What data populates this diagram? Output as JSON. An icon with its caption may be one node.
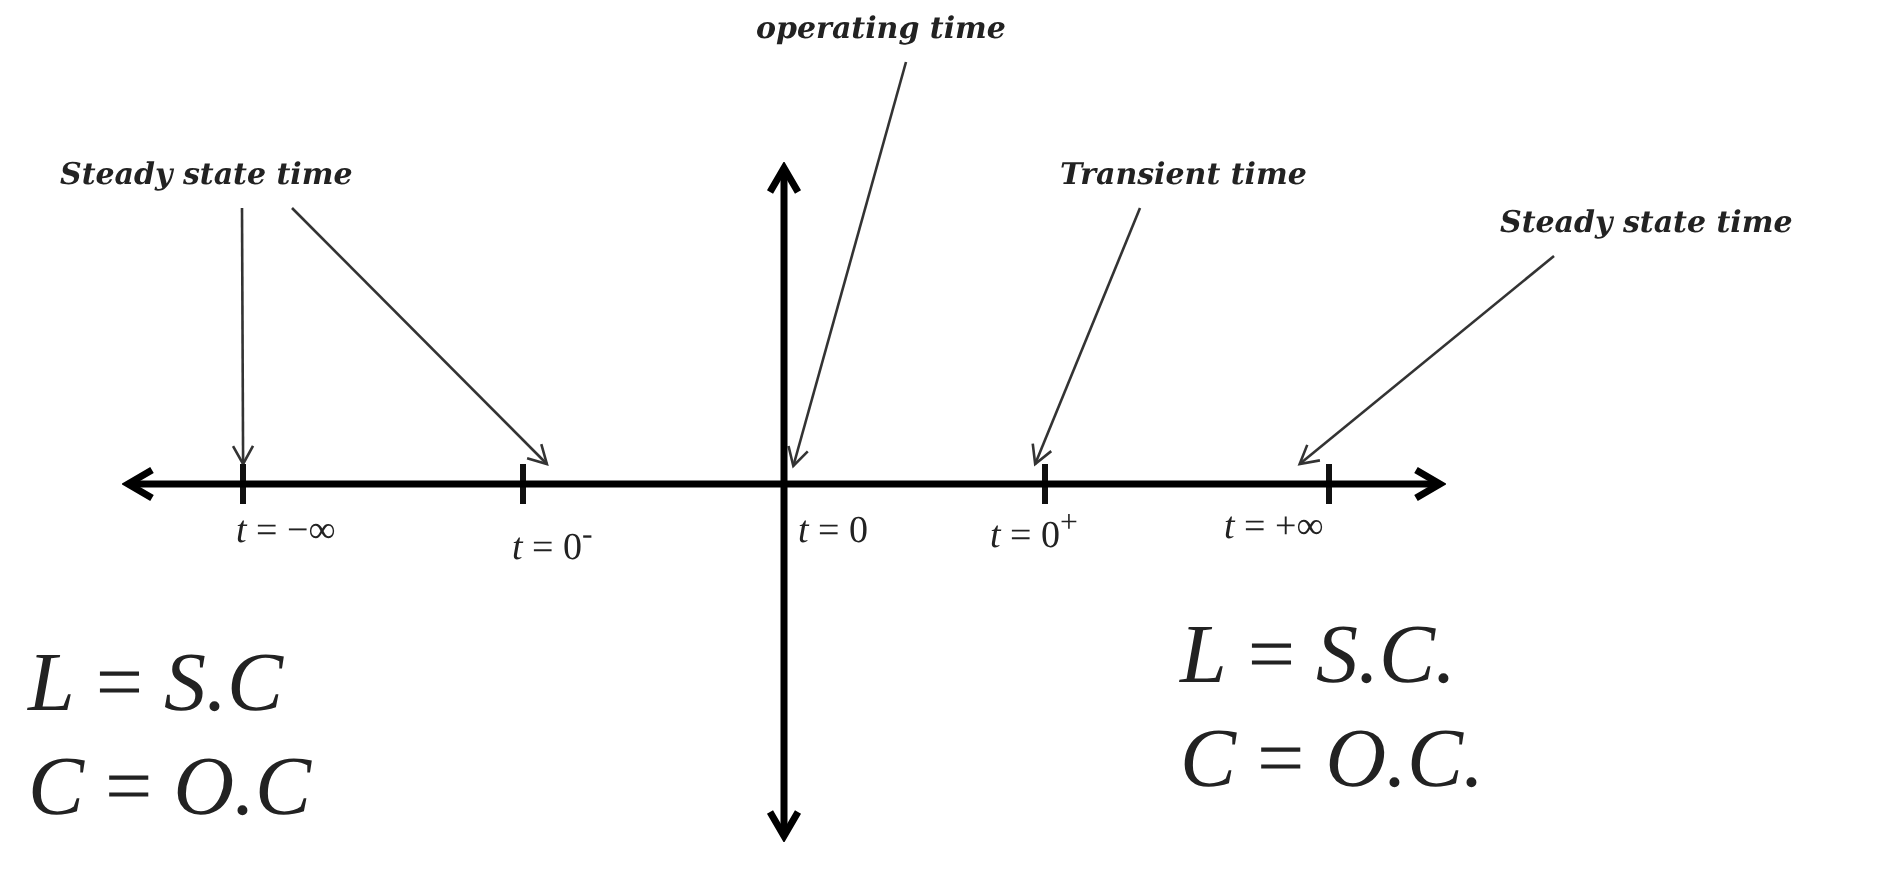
{
  "diagram": {
    "nodes": [
      {
        "text": [
          "Steady state time"
        ]
      },
      {
        "text": [
          "operating time"
        ]
      },
      {
        "text": [
          "Transient time"
        ]
      },
      {
        "text": [
          "Steady state time"
        ]
      },
      {
        "text": [],
        "shape": "bar",
        "beside": [
          "*t* = −∞"
        ]
      },
      {
        "text": [],
        "shape": "bar",
        "beside": [
          "*t* = 0$^{-}$"
        ]
      },
      {
        "text": [],
        "shape": "bar",
        "beside": [
          "*t* = 0$^{+}$"
        ]
      },
      {
        "text": [],
        "shape": "bar",
        "beside": [
          "*t* = +∞"
        ]
      },
      {
        "text": [],
        "shape": "line"
      },
      {
        "text": [],
        "shape": "line",
        "beside": [
          "*t* = 0"
        ]
      }
    ],
    "edges": [
      {
        "from": 0,
        "to": 4,
        "arrow": "to"
      },
      {
        "from": 0,
        "to": 5,
        "arrow": "to"
      },
      {
        "from": 1,
        "to": 8,
        "arrow": "to"
      },
      {
        "from": 2,
        "to": 6,
        "arrow": "to"
      },
      {
        "from": 3,
        "to": 7,
        "arrow": "to"
      }
    ],
    "labels": [
      "*L* = *S.C*",
      "*C* = *O.C*",
      "*L* = *S.C.*",
      "*C* = *O.C.*"
    ]
  }
}
